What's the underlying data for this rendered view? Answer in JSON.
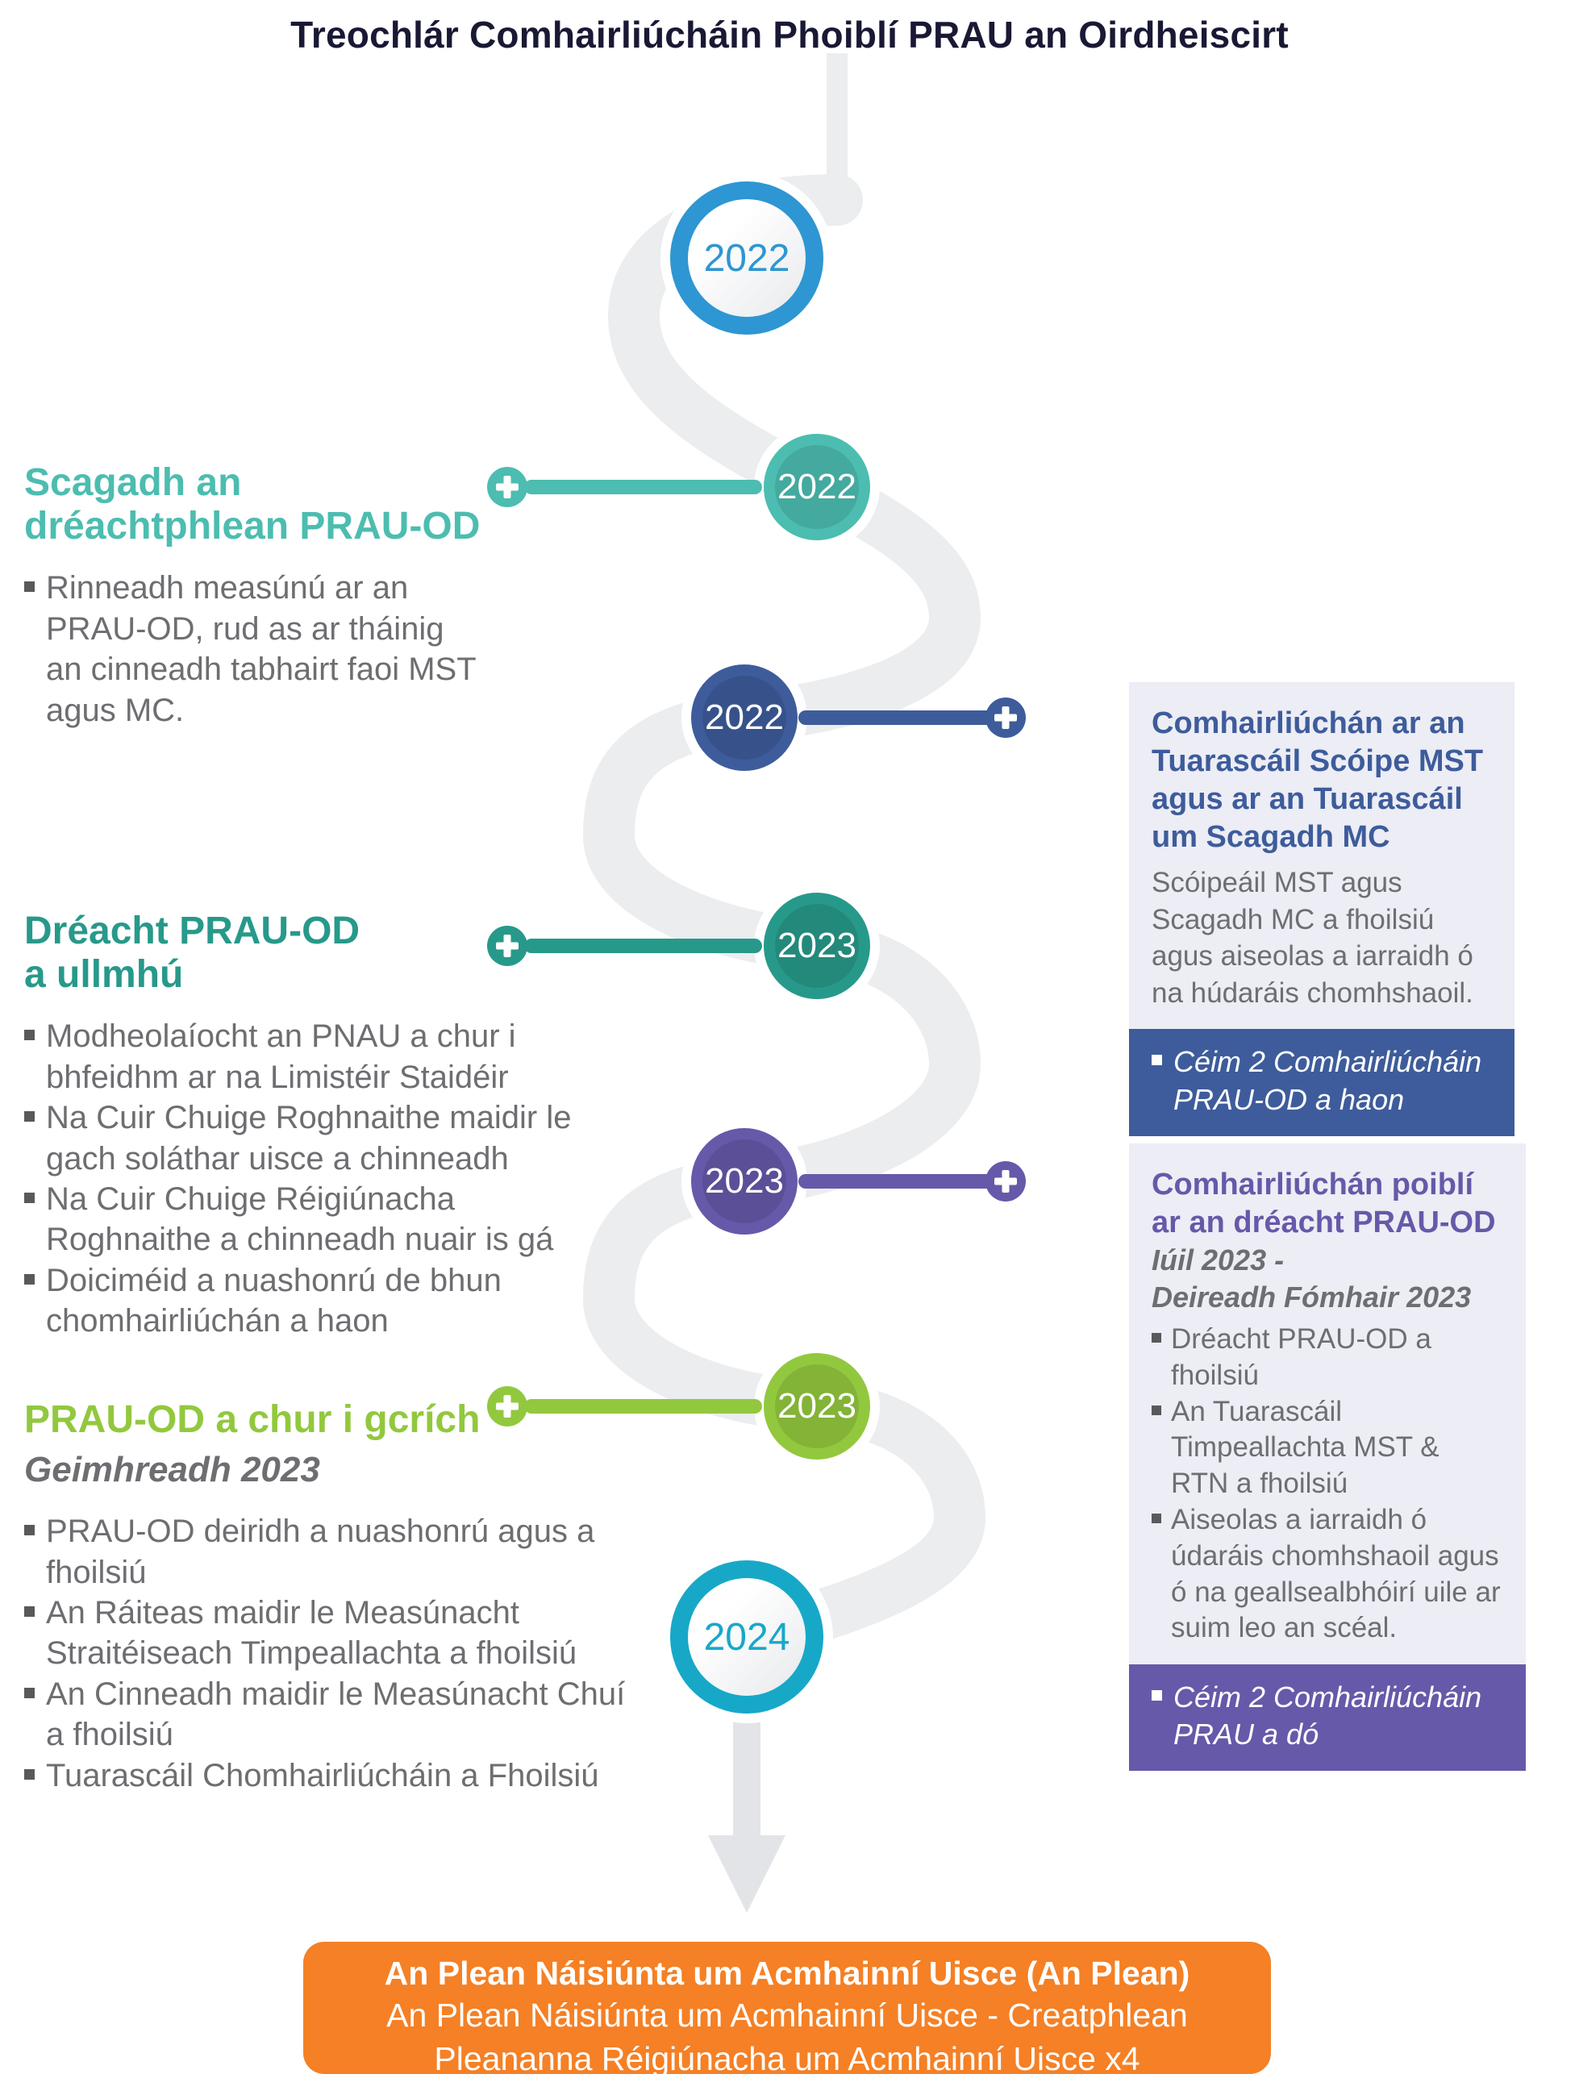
{
  "title": "Treochlár Comhairliúcháin Phoiblí PRAU an Oirdheiscirt",
  "colors": {
    "teal": "#4CBDB0",
    "green": "#27998A",
    "lime": "#92C83E",
    "dark_blue": "#3E5C9B",
    "purple": "#6659A9",
    "blue": "#2E96D2",
    "cyan": "#17A8C8",
    "orange": "#F58025",
    "panel_bg": "#ECEDF5",
    "path_gray": "#EBEDEF",
    "arrow_gray": "#E2E4E7",
    "text_gray": "#6D6E71",
    "title_ink": "#191935"
  },
  "timeline": {
    "nodes": [
      {
        "year": "2022",
        "style": "ring",
        "color_name": "blue"
      },
      {
        "year": "2022",
        "style": "fill",
        "color_name": "teal"
      },
      {
        "year": "2022",
        "style": "fill",
        "color_name": "dark_blue"
      },
      {
        "year": "2023",
        "style": "fill",
        "color_name": "green"
      },
      {
        "year": "2023",
        "style": "fill",
        "color_name": "purple"
      },
      {
        "year": "2023",
        "style": "fill",
        "color_name": "lime"
      },
      {
        "year": "2024",
        "style": "ring",
        "color_name": "cyan"
      }
    ]
  },
  "left_blocks": [
    {
      "heading": "Scagadh an dréachtphlean PRAU-OD",
      "bullets": [
        "Rinneadh measúnú ar an PRAU-OD, rud as ar tháinig an cinneadh tabhairt faoi MST agus MC."
      ]
    },
    {
      "heading": "Dréacht PRAU-OD a ullmhú",
      "bullets": [
        "Modheolaíocht an PNAU a chur i bhfeidhm ar na Limistéir Staidéir",
        "Na Cuir Chuige Roghnaithe maidir le gach soláthar uisce a chinneadh",
        "Na Cuir Chuige Réigiúnacha Roghnaithe a chinneadh nuair is gá",
        "Doiciméid a nuashonrú de bhun chomhairliúchán a haon"
      ]
    },
    {
      "heading": "PRAU-OD a chur i gcrích",
      "subtitle": "Geimhreadh 2023",
      "bullets": [
        "PRAU-OD deiridh a nuashonrú agus a fhoilsiú",
        "An Ráiteas maidir le Measúnacht Straitéiseach Timpeallachta a fhoilsiú",
        "An Cinneadh maidir le Measúnacht Chuí a fhoilsiú",
        "Tuarascáil Chomhairliúcháin a Fhoilsiú"
      ]
    }
  ],
  "right_blocks": [
    {
      "title": "Comhairliúchán ar an Tuarascáil Scóipe MST agus ar an Tuarascáil um Scagadh MC",
      "body": "Scóipeáil MST agus Scagadh MC a fhoilsiú agus aiseolas a iarraidh ó na húdaráis chomhshaoil.",
      "banner": "Céim 2 Comhairliúcháin PRAU-OD a haon"
    },
    {
      "title": "Comhairliúchán poiblí ar an dréacht PRAU-OD",
      "subtitle": [
        "Iúil 2023 -",
        "Deireadh Fómhair 2023"
      ],
      "bullets": [
        "Dréacht PRAU-OD a fhoilsiú",
        "An Tuarascáil Timpeallachta MST & RTN a fhoilsiú",
        "Aiseolas a iarraidh ó údaráis chomhshaoil agus ó na geallsealbhóirí uile ar suim leo an scéal."
      ],
      "banner": "Céim 2 Comhairliúcháin PRAU a dó"
    }
  ],
  "footer": {
    "line1": "An Plean Náisiúnta um Acmhainní Uisce (An Plean)",
    "line2": "An Plean Náisiúnta um Acmhainní Uisce - Creatphlean",
    "line3": "Pleananna Réigiúnacha um Acmhainní Uisce x4"
  }
}
